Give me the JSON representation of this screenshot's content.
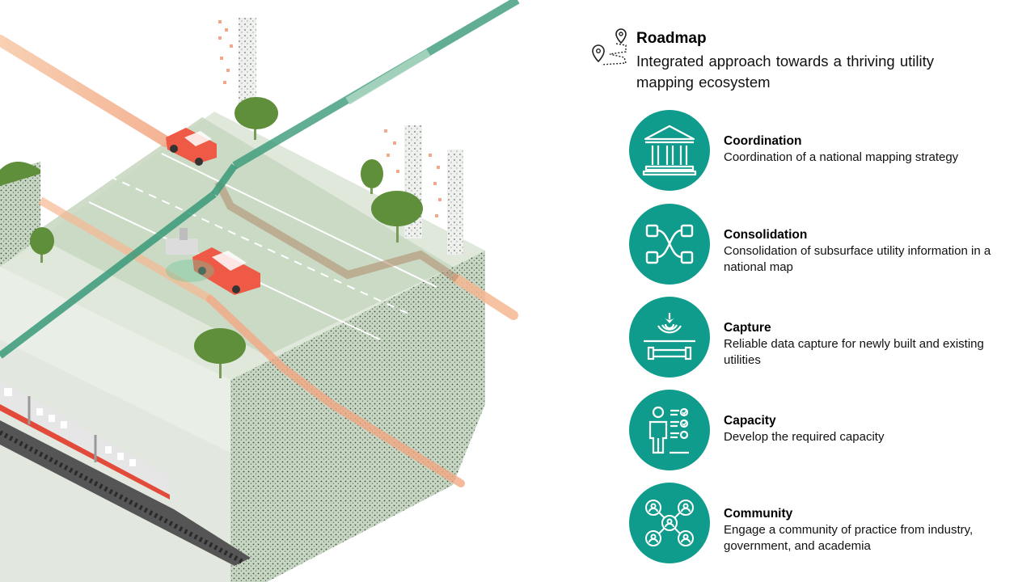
{
  "roadmap": {
    "title": "Roadmap",
    "subtitle": "Integrated approach towards a thriving utility mapping ecosystem"
  },
  "pillars": [
    {
      "title": "Coordination",
      "description": "Coordination of a national mapping strategy",
      "icon": "government-building-icon"
    },
    {
      "title": "Consolidation",
      "description": "Consolidation of subsurface utility information in a national map",
      "icon": "network-consolidation-icon"
    },
    {
      "title": "Capture",
      "description": "Reliable data capture for newly built and existing utilities",
      "icon": "signal-scan-pipe-icon"
    },
    {
      "title": "Capacity",
      "description": "Develop the required capacity",
      "icon": "person-checklist-icon"
    },
    {
      "title": "Community",
      "description": "Engage a community of practice from industry, government, and academia",
      "icon": "community-network-icon"
    }
  ],
  "colors": {
    "accent": "#0f9c8d",
    "pipe_green": "#3a9a7a",
    "pipe_orange": "#f6b892",
    "car_red": "#ee5a45",
    "ground_green": "#dfe8dc",
    "soil": "#b8cbb0",
    "tree": "#5f8f3a"
  }
}
